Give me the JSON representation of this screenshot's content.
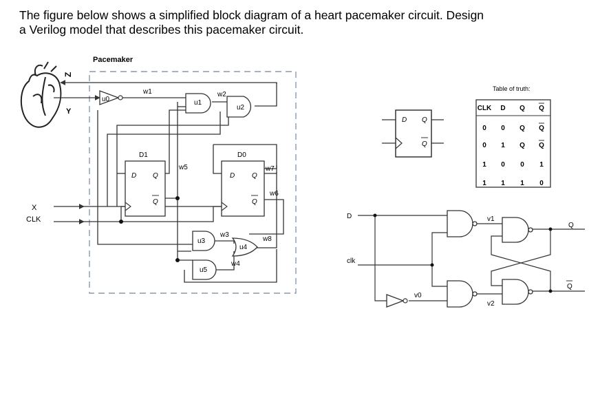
{
  "question": {
    "line1": "The figure below shows a simplified block diagram of a heart pacemaker circuit. Design",
    "line2": "a Verilog model that describes this pacemaker circuit."
  },
  "pacemaker": {
    "title": "Pacemaker",
    "ports": {
      "z": "Z",
      "y": "Y",
      "x": "X",
      "clk": "CLK"
    },
    "gates": {
      "u0": "u0",
      "u1": "u1",
      "u2": "u2",
      "u3": "u3",
      "u4": "u4",
      "u5": "u5"
    },
    "wires": {
      "w1": "w1",
      "w2": "w2",
      "w3": "w3",
      "w4": "w4",
      "w5": "w5",
      "w6": "w6",
      "w7": "w7",
      "w8": "w8"
    },
    "ff_d1": {
      "name": "D1",
      "d": "D",
      "q": "Q",
      "qbar": "Q"
    },
    "ff_d0": {
      "name": "D0",
      "d": "D",
      "q": "Q",
      "qbar": "Q"
    }
  },
  "dff_symbol": {
    "d": "D",
    "q": "Q",
    "qbar": "Q"
  },
  "truth_table": {
    "title": "Table of truth:",
    "headers": [
      "CLK",
      "D",
      "Q",
      "Q"
    ],
    "rows": [
      [
        "0",
        "0",
        "Q",
        "Q"
      ],
      [
        "0",
        "1",
        "Q",
        "Q"
      ],
      [
        "1",
        "0",
        "0",
        "1"
      ],
      [
        "1",
        "1",
        "1",
        "0"
      ]
    ]
  },
  "latch": {
    "d": "D",
    "clk": "clk",
    "q": "Q",
    "qbar": "Q",
    "v0": "v0",
    "v1": "v1",
    "v2": "v2"
  }
}
